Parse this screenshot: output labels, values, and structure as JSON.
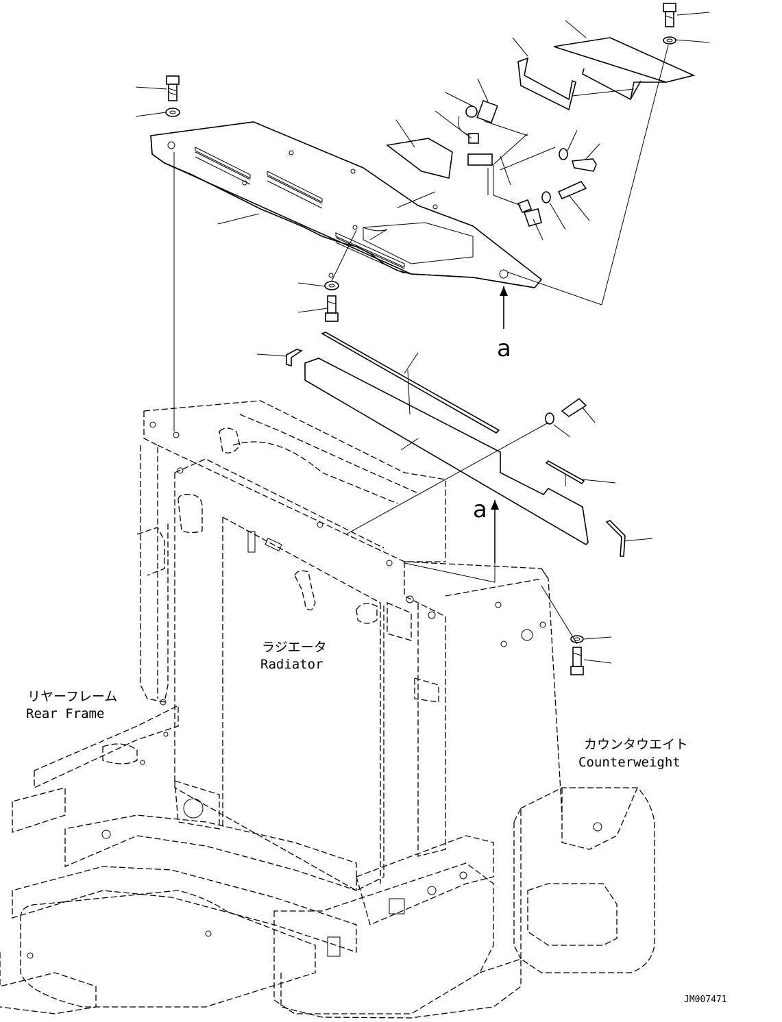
{
  "labels": {
    "radiator_jp": "ラジエータ",
    "radiator_en": "Radiator",
    "rear_frame_jp": "リヤーフレーム",
    "rear_frame_en": "Rear Frame",
    "counterweight_jp": "カウンタウエイト",
    "counterweight_en": "Counterweight",
    "view_marker_top": "a",
    "view_marker_side": "a",
    "drawing_code": "JM007471"
  }
}
